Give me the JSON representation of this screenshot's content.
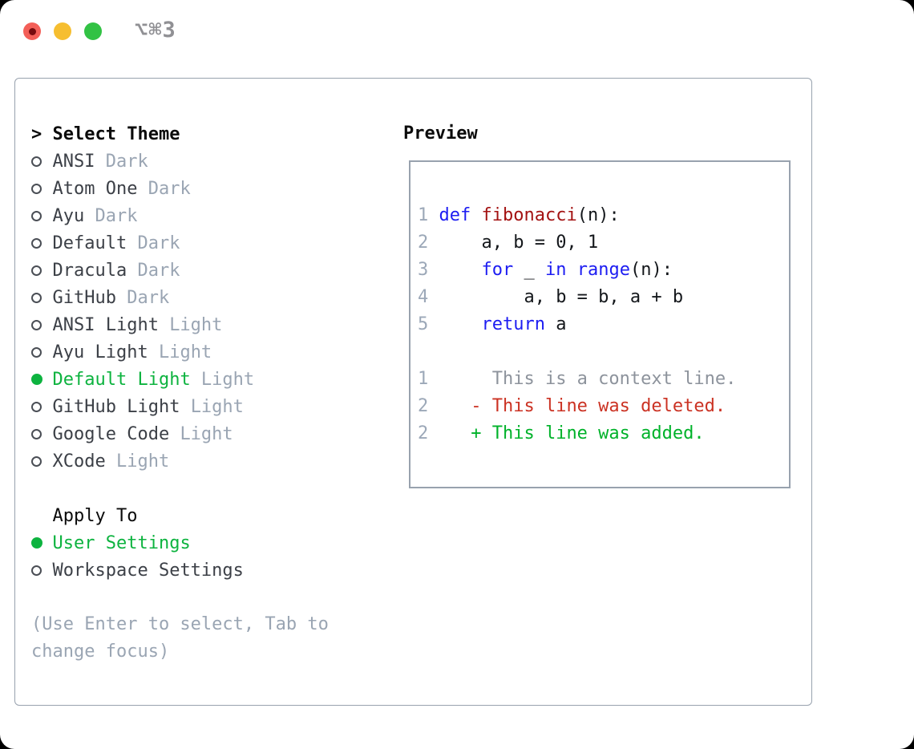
{
  "window": {
    "shortcut": "⌥⌘3"
  },
  "theme_picker": {
    "prompt": ">",
    "title": "Select Theme",
    "themes": [
      {
        "name": "ANSI",
        "variant": "Dark",
        "selected": false
      },
      {
        "name": "Atom One",
        "variant": "Dark",
        "selected": false
      },
      {
        "name": "Ayu",
        "variant": "Dark",
        "selected": false
      },
      {
        "name": "Default",
        "variant": "Dark",
        "selected": false
      },
      {
        "name": "Dracula",
        "variant": "Dark",
        "selected": false
      },
      {
        "name": "GitHub",
        "variant": "Dark",
        "selected": false
      },
      {
        "name": "ANSI Light",
        "variant": "Light",
        "selected": false
      },
      {
        "name": "Ayu Light",
        "variant": "Light",
        "selected": false
      },
      {
        "name": "Default Light",
        "variant": "Light",
        "selected": true
      },
      {
        "name": "GitHub Light",
        "variant": "Light",
        "selected": false
      },
      {
        "name": "Google Code",
        "variant": "Light",
        "selected": false
      },
      {
        "name": "XCode",
        "variant": "Light",
        "selected": false
      }
    ],
    "apply_to": {
      "title": "Apply To",
      "options": [
        {
          "name": "User Settings",
          "selected": true
        },
        {
          "name": "Workspace Settings",
          "selected": false
        }
      ]
    },
    "hint": "(Use Enter to select, Tab to change focus)"
  },
  "preview": {
    "title": "Preview",
    "code_lines": [
      {
        "tokens": [
          {
            "t": "1 ",
            "c": "num"
          },
          {
            "t": "def",
            "c": "kw"
          },
          {
            "t": " fibonacci",
            "c": "fn"
          },
          {
            "t": "(n):",
            "c": "plain"
          }
        ]
      },
      {
        "tokens": [
          {
            "t": "2",
            "c": "num"
          },
          {
            "t": "     a, b = 0, 1",
            "c": "plain"
          }
        ]
      },
      {
        "tokens": [
          {
            "t": "3",
            "c": "num"
          },
          {
            "t": "     ",
            "c": "plain"
          },
          {
            "t": "for",
            "c": "kw"
          },
          {
            "t": " _ ",
            "c": "plain"
          },
          {
            "t": "in",
            "c": "kw"
          },
          {
            "t": " ",
            "c": "plain"
          },
          {
            "t": "range",
            "c": "kw"
          },
          {
            "t": "(n):",
            "c": "plain"
          }
        ]
      },
      {
        "tokens": [
          {
            "t": "4",
            "c": "num"
          },
          {
            "t": "         a, b = b, a + b",
            "c": "plain"
          }
        ]
      },
      {
        "tokens": [
          {
            "t": "5",
            "c": "num"
          },
          {
            "t": "     ",
            "c": "plain"
          },
          {
            "t": "return",
            "c": "kw"
          },
          {
            "t": " a",
            "c": "plain"
          }
        ]
      },
      {
        "tokens": []
      },
      {
        "tokens": [
          {
            "t": "1",
            "c": "num"
          },
          {
            "t": "      This is a context line.",
            "c": "ctx"
          }
        ]
      },
      {
        "tokens": [
          {
            "t": "2",
            "c": "num"
          },
          {
            "t": "    ",
            "c": "plain"
          },
          {
            "t": "- This line was deleted.",
            "c": "del"
          }
        ]
      },
      {
        "tokens": [
          {
            "t": "2",
            "c": "num"
          },
          {
            "t": "    ",
            "c": "plain"
          },
          {
            "t": "+ This line was added.",
            "c": "add"
          }
        ]
      }
    ]
  },
  "palette": {
    "accent_green": "#0db33f",
    "keyword_blue": "#1d1df2",
    "function_red": "#a31212",
    "deleted_red": "#cb3223",
    "added_green": "#00b22a",
    "muted_gray": "#9aa5b3",
    "line_number_gray": "#9ca8b8",
    "context_gray": "#8d939c",
    "text_dark": "#3c4047",
    "heading_black": "#0b0b0b",
    "border_gray": "#98a2ae",
    "radio_gray": "#4a4e55",
    "traffic_red": "#f35f58",
    "traffic_red_dot": "#770b0e",
    "traffic_yellow": "#f6be30",
    "traffic_green": "#32c244",
    "shortcut_gray": "#909094"
  }
}
